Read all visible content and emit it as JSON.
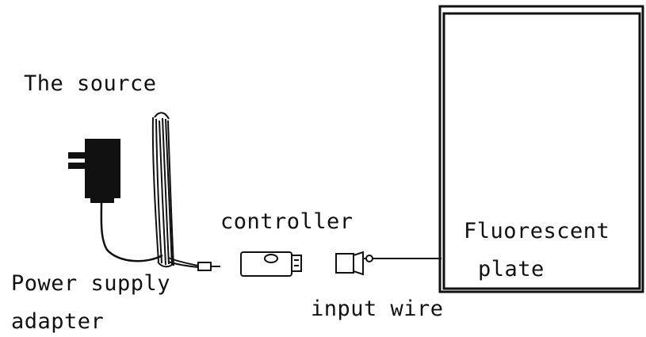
{
  "labels": {
    "source": "The source",
    "power_adapter_line1": "Power supply",
    "power_adapter_line2": "adapter",
    "controller": "controller",
    "input_wire": "input wire",
    "plate_line1": "Fluorescent",
    "plate_line2": "plate"
  },
  "colors": {
    "ink": "#111111",
    "background": "#ffffff"
  },
  "icons": {
    "adapter": "power-adapter-plug-icon",
    "controller": "usb-controller-icon",
    "connector": "input-connector-icon",
    "panel": "fluorescent-plate-frame"
  }
}
